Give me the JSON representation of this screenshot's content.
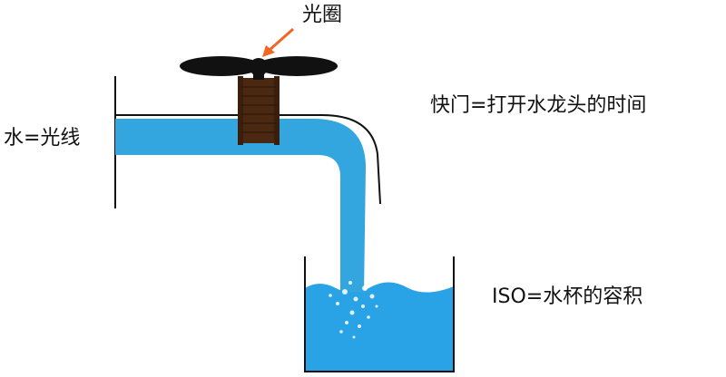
{
  "labels": {
    "aperture": "光圈",
    "water": "水=光线",
    "shutter": "快门=打开水龙头的时间",
    "iso": "ISO=水杯的容积"
  },
  "colors": {
    "water": "#33a6e0",
    "cup_water": "#29a3e6",
    "valve": "#4a2812",
    "handle": "#111111",
    "arrow": "#f26522",
    "outline": "#111111"
  },
  "icons": {
    "faucet": "faucet-icon",
    "valve_handle": "propeller-handle-icon",
    "arrow": "arrow-icon",
    "cup": "cup-icon"
  }
}
